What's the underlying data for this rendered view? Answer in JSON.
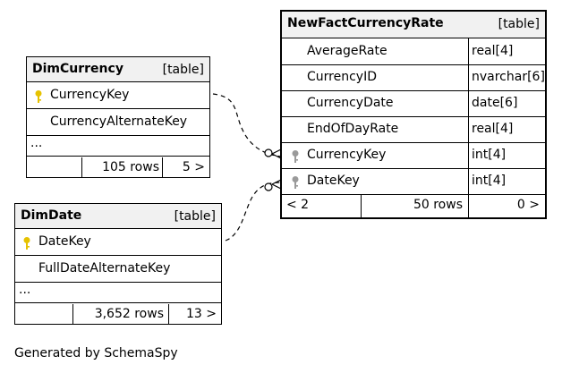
{
  "colors": {
    "key_gold": "#e6c200",
    "key_grey": "#9a9a9a",
    "header_bg": "#f1f1f1"
  },
  "dim_currency": {
    "name": "DimCurrency",
    "kind": "[table]",
    "columns": [
      {
        "name": "CurrencyKey",
        "icon": "primary-key-icon"
      },
      {
        "name": "CurrencyAlternateKey"
      }
    ],
    "more": "...",
    "rows": "105 rows",
    "children": "5 >"
  },
  "dim_date": {
    "name": "DimDate",
    "kind": "[table]",
    "columns": [
      {
        "name": "DateKey",
        "icon": "primary-key-icon"
      },
      {
        "name": "FullDateAlternateKey"
      }
    ],
    "more": "...",
    "rows": "3,652 rows",
    "children": "13 >"
  },
  "fact": {
    "name": "NewFactCurrencyRate",
    "kind": "[table]",
    "columns": [
      {
        "name": "AverageRate",
        "type": "real[4]"
      },
      {
        "name": "CurrencyID",
        "type": "nvarchar[6]"
      },
      {
        "name": "CurrencyDate",
        "type": "date[6]"
      },
      {
        "name": "EndOfDayRate",
        "type": "real[4]"
      },
      {
        "name": "CurrencyKey",
        "type": "int[4]",
        "icon": "foreign-key-icon"
      },
      {
        "name": "DateKey",
        "type": "int[4]",
        "icon": "foreign-key-icon"
      }
    ],
    "parents": "< 2",
    "rows": "50 rows",
    "children": "0 >"
  },
  "caption": "Generated by SchemaSpy"
}
